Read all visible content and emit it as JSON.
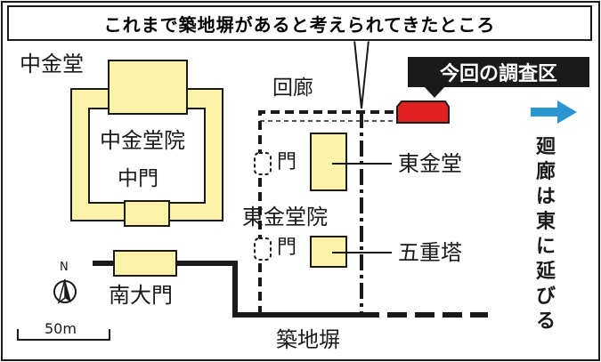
{
  "callout": {
    "text": "これまで築地塀があると考えられてきたところ"
  },
  "survey": {
    "label": "今回の調査区"
  },
  "extension_note": {
    "chars": [
      "廻",
      "廊",
      "は",
      "東",
      "に",
      "延",
      "び",
      "る"
    ]
  },
  "labels": {
    "chukondo": "中金堂",
    "chukondo_in": "中金堂院",
    "chumon": "中門",
    "nandaimon": "南大門",
    "kairo": "回廊",
    "tokondo_in": "東金堂院",
    "mon_upper": "門",
    "mon_lower": "門",
    "tokondo": "東金堂",
    "gojunoto": "五重塔",
    "tsuijibei": "築地塀"
  },
  "compass": {
    "north": "N"
  },
  "scale": {
    "label": "50m"
  },
  "colors": {
    "building_fill": "#fdf3a8",
    "outline": "#1a1a1a",
    "survey_area": "#e22222",
    "arrow": "#2a95d0"
  },
  "icons": [
    "north-arrow-icon",
    "east-arrow-icon",
    "gate-marker-icon"
  ]
}
